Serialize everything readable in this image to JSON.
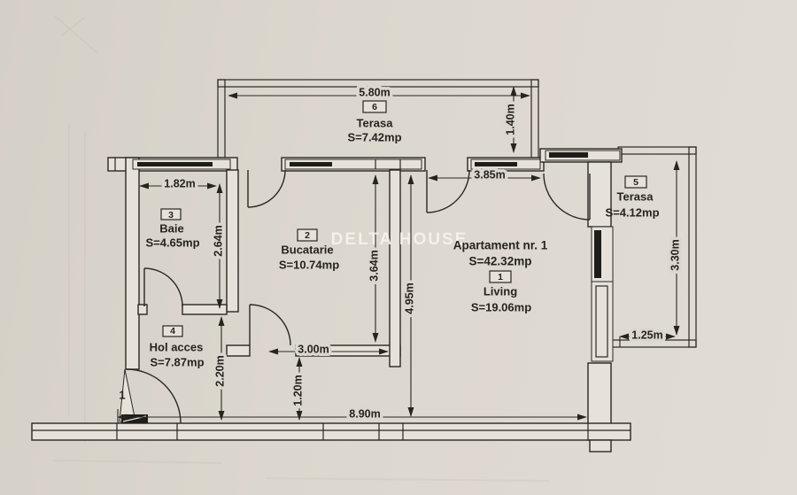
{
  "watermark": "DELTA HOUSE",
  "apartment": {
    "title": "Apartament nr. 1",
    "total_area": "S=42.32mp"
  },
  "rooms": {
    "living": {
      "num": "1",
      "name": "Living",
      "area": "S=19.06mp"
    },
    "bucatarie": {
      "num": "2",
      "name": "Bucatarie",
      "area": "S=10.74mp"
    },
    "baie": {
      "num": "3",
      "name": "Baie",
      "area": "S=4.65mp"
    },
    "hol": {
      "num": "4",
      "name": "Hol acces",
      "area": "S=7.87mp"
    },
    "terasa5": {
      "num": "5",
      "name": "Terasa",
      "area": "S=4.12mp"
    },
    "terasa6": {
      "num": "6",
      "name": "Terasa",
      "area": "S=7.42mp"
    }
  },
  "dims": {
    "terasa6_width": "5.80m",
    "terasa6_depth": "1.40m",
    "baie_width": "1.82m",
    "baie_depth": "2.64m",
    "living_top": "3.85m",
    "terasa5_depth": "3.30m",
    "terasa5_width": "1.25m",
    "bucatarie_depth": "3.64m",
    "living_depth": "4.95m",
    "bucatarie_width": "3.00m",
    "hol_depth": "2.20m",
    "hol_offset": "1.20m",
    "total_width": "8.90m"
  },
  "entrance_label": "1",
  "colors": {
    "paper": "#dcd7ce",
    "ink": "#2a2722"
  }
}
